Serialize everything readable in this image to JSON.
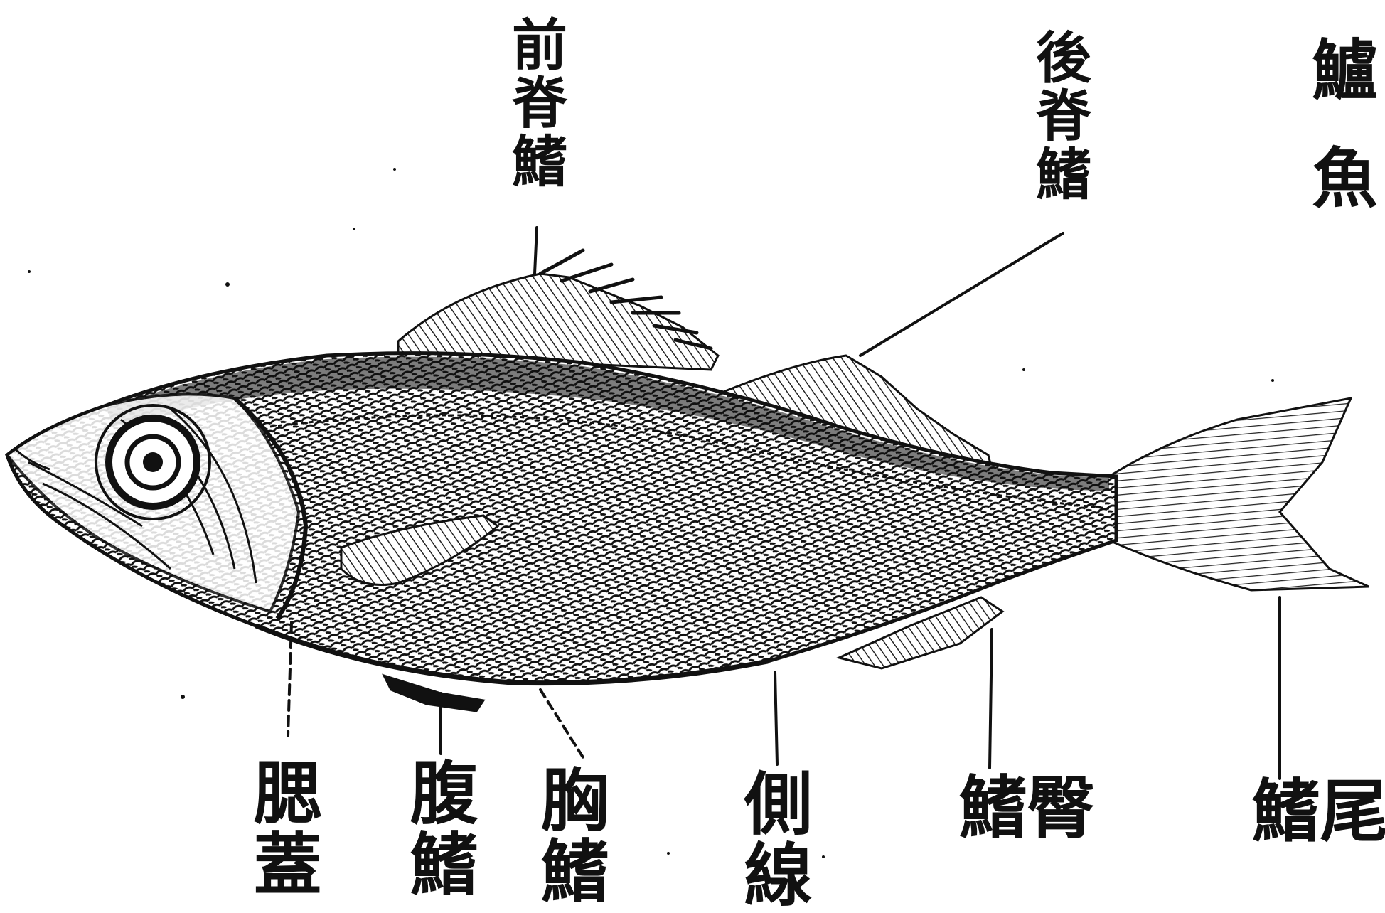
{
  "title": "鱸魚",
  "labels": {
    "anterior_dorsal_fin": "前脊鰭",
    "posterior_dorsal_fin": "後脊鰭",
    "gill_cover": "腮蓋",
    "pelvic_fin": "腹鰭",
    "pectoral_fin": "胸鰭",
    "lateral_line": "側線",
    "anal_fin": "臀鰭",
    "caudal_fin": "尾鰭"
  },
  "colors": {
    "ink": "#111111",
    "paper": "#ffffff",
    "fish_body": "#2a2a2a",
    "fin": "#4a4a4a"
  }
}
